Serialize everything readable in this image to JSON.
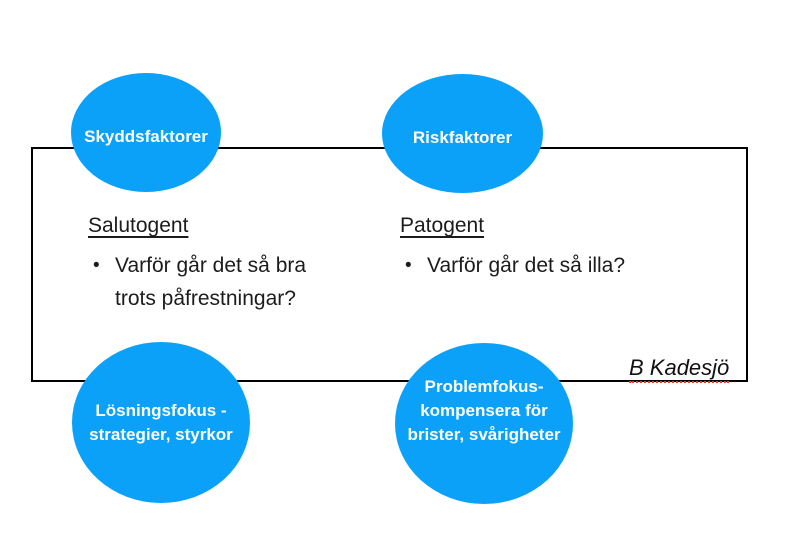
{
  "colors": {
    "bubble_blue": "#0ba1f8",
    "bubble_text": "#ffffff",
    "frame_border": "#000000",
    "body_text": "#1c1c1c",
    "squiggle_red": "#ff2d21"
  },
  "bubbles": {
    "top_left": {
      "lines": [
        "Skyddsfaktorer"
      ]
    },
    "top_right": {
      "lines": [
        "Riskfaktorer"
      ]
    },
    "bottom_left": {
      "lines": [
        "Lösningsfokus -",
        "strategier, styrkor"
      ]
    },
    "bottom_right": {
      "lines": [
        "Problemfokus-",
        "kompensera för",
        "brister, svårigheter"
      ]
    }
  },
  "sections": {
    "left": {
      "heading": "Salutogent",
      "bullet_glyph": "•",
      "bullet_lines": [
        "Varför går det så bra",
        "trots påfrestningar?"
      ]
    },
    "right": {
      "heading": "Patogent",
      "bullet_glyph": "•",
      "bullet_lines": [
        "Varför går det så illa?"
      ]
    }
  },
  "attribution": {
    "text": "B Kadesjö"
  }
}
